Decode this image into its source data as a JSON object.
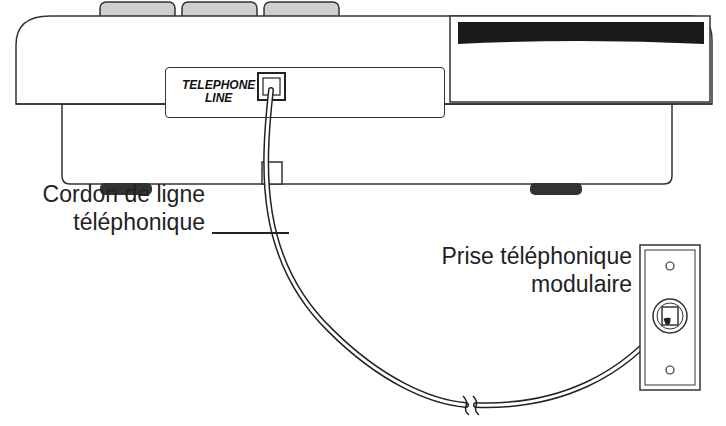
{
  "diagram": {
    "nodes": [
      {
        "text": [
          "TELEPHONE LINE"
        ]
      }
    ],
    "edges": [],
    "labels": [
      "Cordon de ligne téléphonique",
      "Prise téléphonique modulaire"
    ]
  }
}
